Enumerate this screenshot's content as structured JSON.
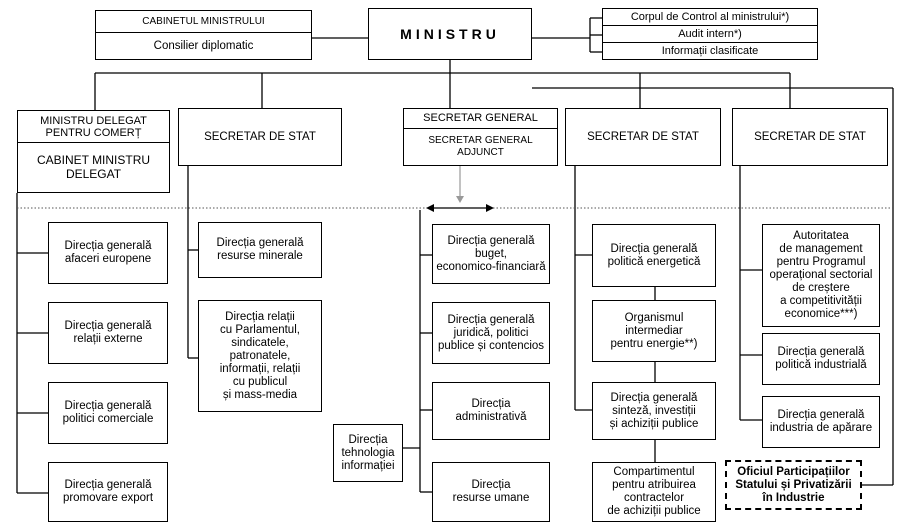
{
  "ministru": "MINISTRU",
  "cabinet": {
    "title": "CABINETUL MINISTRULUI",
    "sub": "Consilier diplomatic"
  },
  "control": [
    "Corpul de Control al ministrului*)",
    "Audit intern*)",
    "Informații clasificate"
  ],
  "delegat": {
    "title": "MINISTRU DELEGAT\nPENTRU COMERȚ",
    "sub": "CABINET MINISTRU\nDELEGAT"
  },
  "secretar_stat_label": "SECRETAR DE STAT",
  "secretar_general": {
    "title": "SECRETAR GENERAL",
    "sub": "SECRETAR GENERAL\nADJUNCT"
  },
  "col1": [
    "Direcția generală\nafaceri europene",
    "Direcția generală\nrelații externe",
    "Direcția generală\npolitici comerciale",
    "Direcția generală\npromovare export"
  ],
  "col2": [
    "Direcția generală\nresurse minerale",
    "Direcția relații\ncu Parlamentul,\nsindicatele,\npatronatele,\ninformații, relații\ncu publicul\nși mass-media"
  ],
  "col3": [
    "Direcția generală\nbuget,\neconomico-financiară",
    "Direcția generală\njuridică, politici\npublice și contencios",
    "Direcția\nadministrativă",
    "Direcția\nresurse umane"
  ],
  "col3_side": "Direcția\ntehnologia\ninformației",
  "col4": [
    "Direcția generală\npolitică energetică",
    "Organismul\nintermediar\npentru energie**)",
    "Direcția generală\nsinteză, investiții\nși achiziții publice",
    "Compartimentul\npentru atribuirea\ncontractelor\nde achiziții publice"
  ],
  "col5": [
    "Autoritatea\nde management\npentru Programul\noperațional sectorial\nde creștere\na competitivității\neconomice***)",
    "Direcția generală\npolitică industrială",
    "Direcția generală\nindustria de apărare"
  ],
  "oficiul": "Oficiul Participațiilor\nStatului și Privatizării\nîn Industrie"
}
